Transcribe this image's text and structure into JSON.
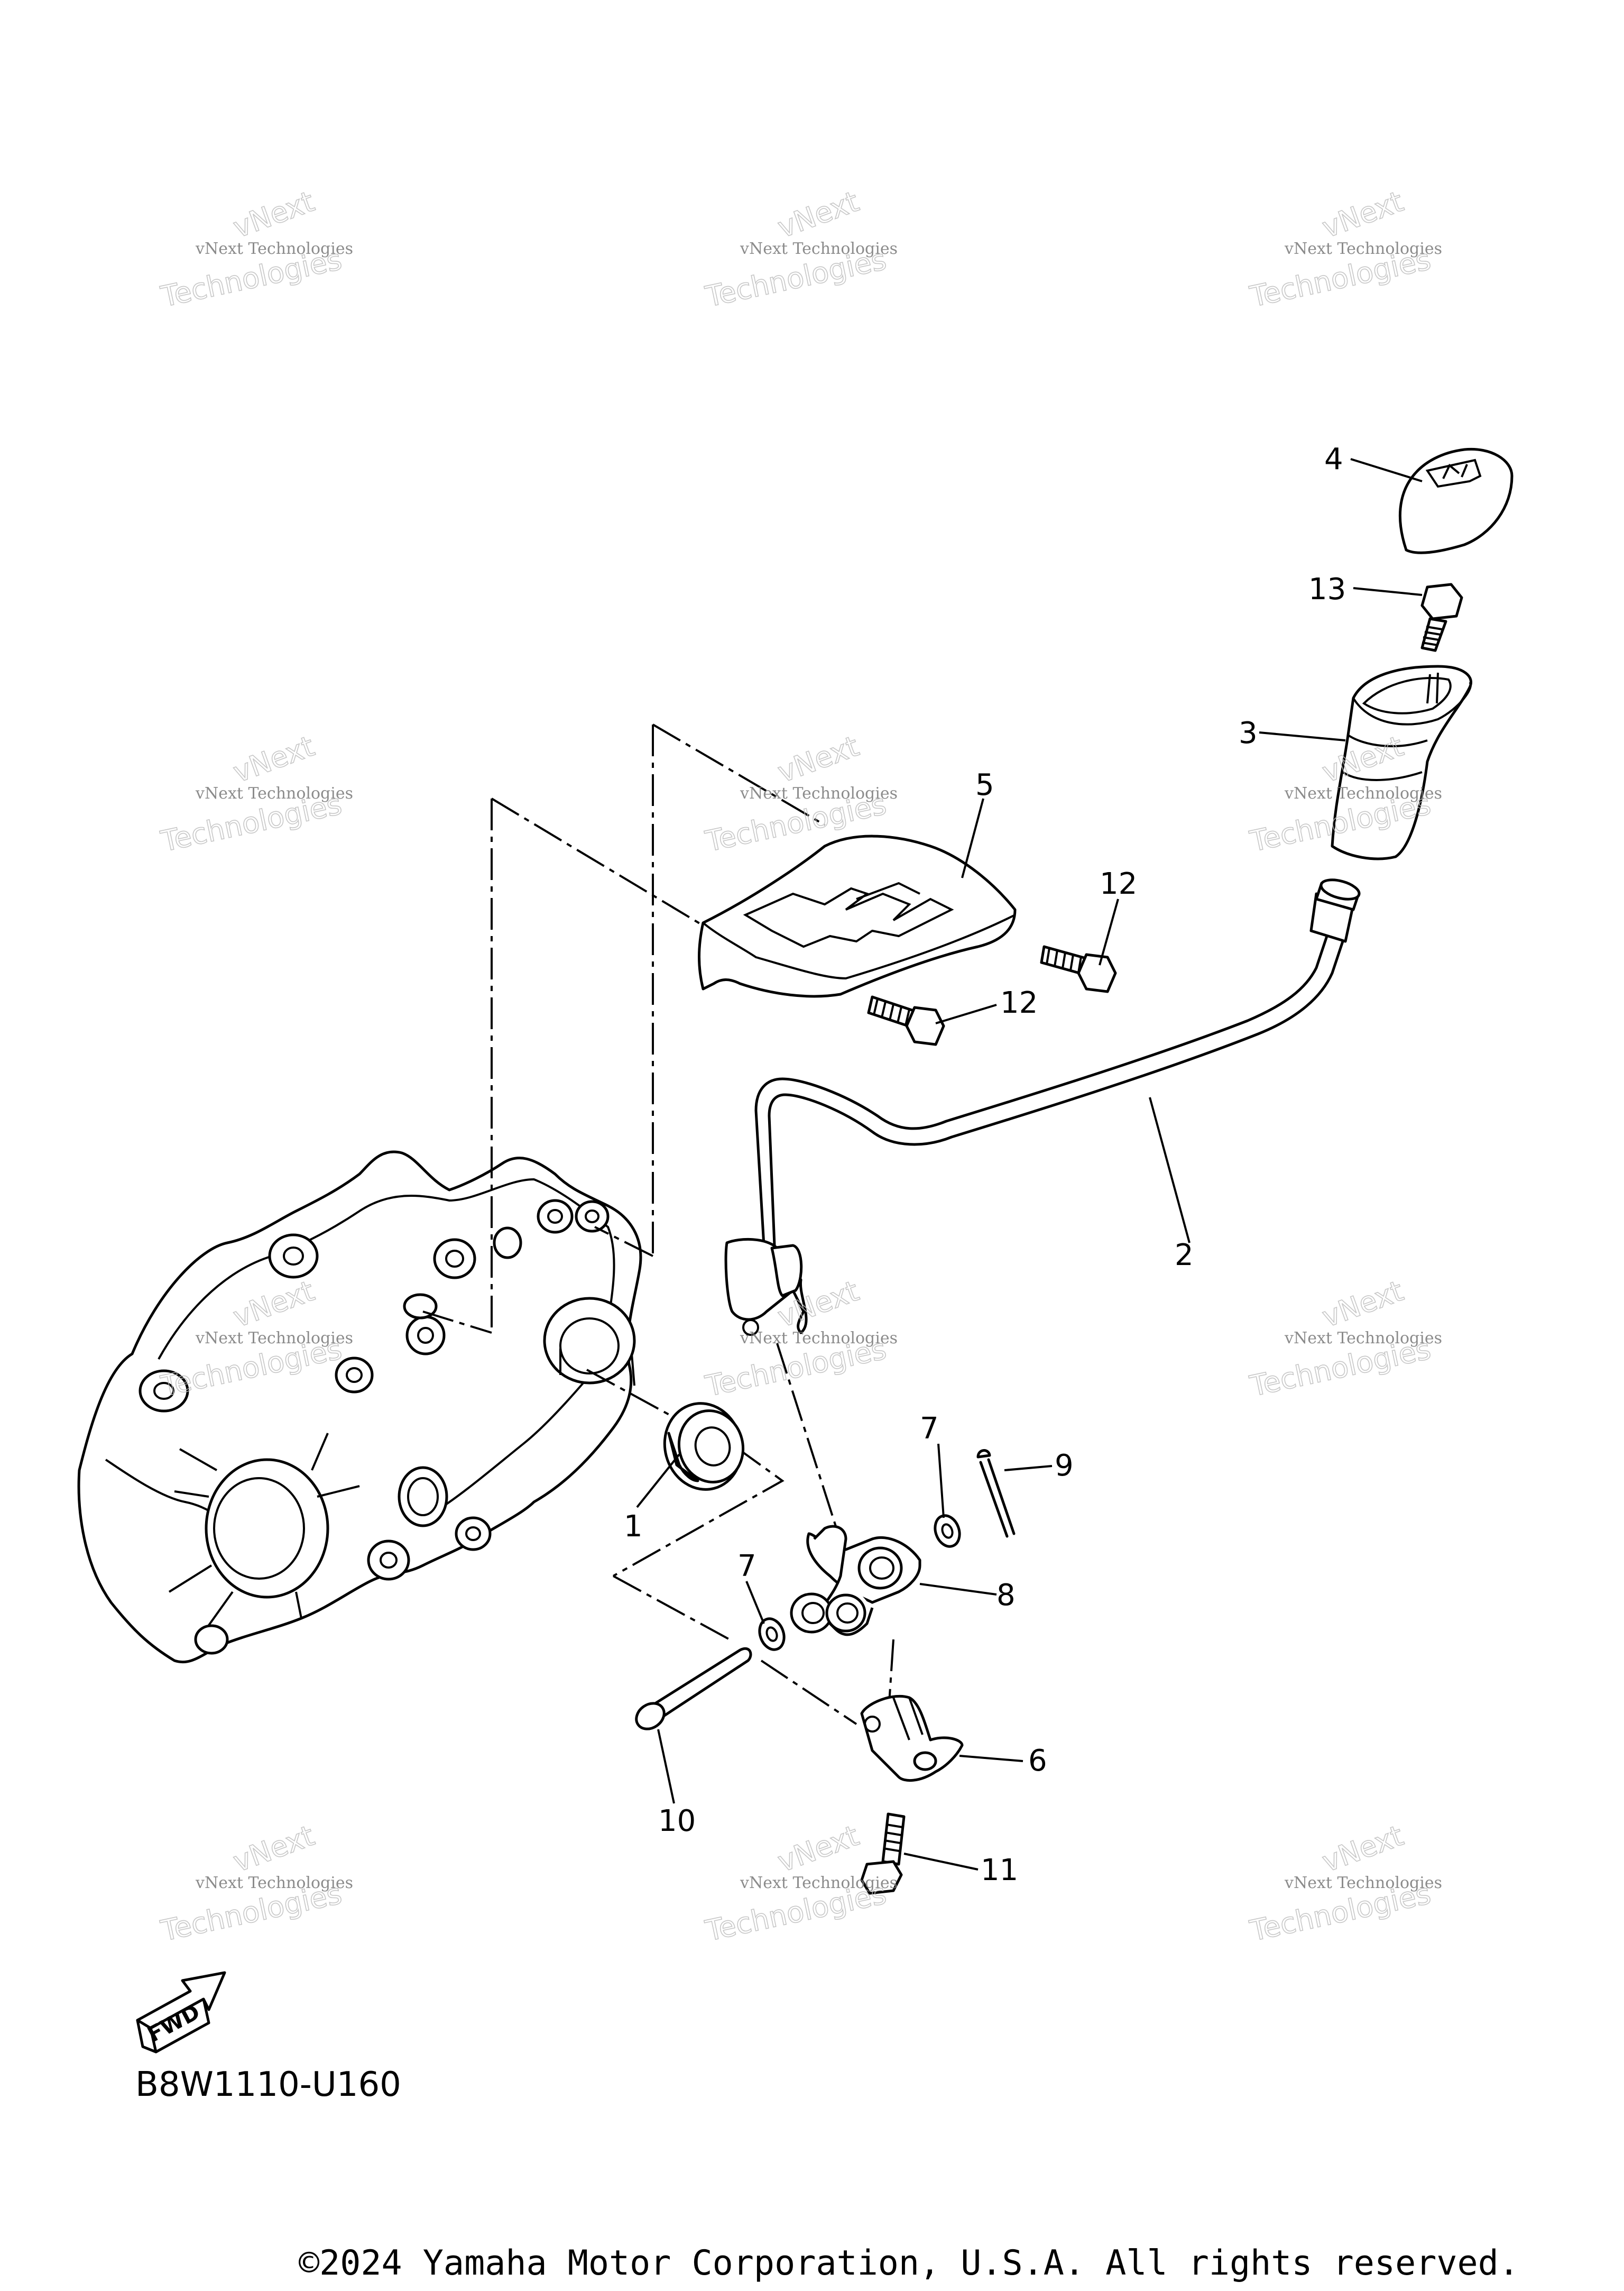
{
  "diagram": {
    "callouts": [
      "1",
      "2",
      "3",
      "4",
      "5",
      "6",
      "7",
      "7",
      "8",
      "9",
      "10",
      "11",
      "12",
      "12",
      "13"
    ],
    "fwd_label": "FWD",
    "fwd_icon": "fwd-arrow-icon",
    "code": "B8W1110-U160",
    "copyright": "©2024 Yamaha Motor Corporation, U.S.A. All rights reserved.",
    "watermark": {
      "line1": "vNext Technologies",
      "line2": "vNext",
      "line3": "Technologies"
    }
  }
}
